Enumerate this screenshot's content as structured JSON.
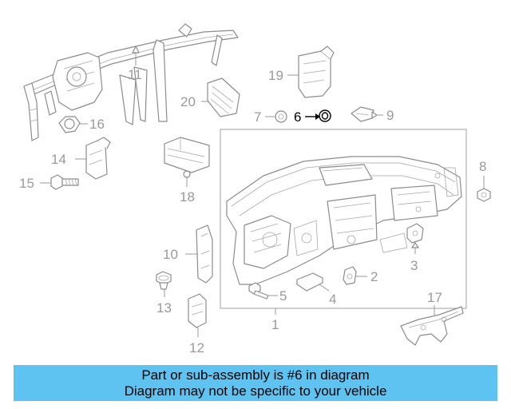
{
  "diagram": {
    "labels": {
      "p1": "1",
      "p2": "2",
      "p3": "3",
      "p4": "4",
      "p5": "5",
      "p6": "6",
      "p7": "7",
      "p8": "8",
      "p9": "9",
      "p10": "10",
      "p11": "11",
      "p12": "12",
      "p13": "13",
      "p14": "14",
      "p15": "15",
      "p16": "16",
      "p17": "17",
      "p18": "18",
      "p19": "19",
      "p20": "20"
    },
    "highlighted_part": "6",
    "colors": {
      "line": "#8c8c8c",
      "label": "#9a9a9a",
      "highlight": "#000000"
    }
  },
  "banner": {
    "line1": "Part or sub-assembly is #6 in diagram",
    "line2": "Diagram may not be specific to your vehicle",
    "background": "#5fc3f1"
  }
}
